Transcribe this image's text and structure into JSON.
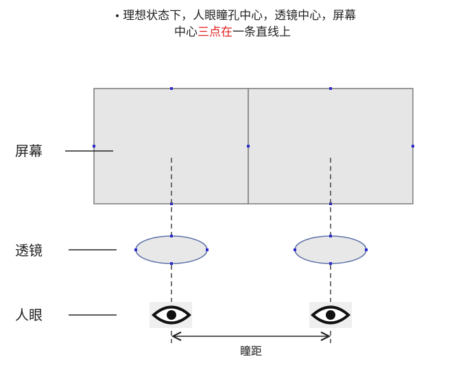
{
  "caption": {
    "bullet": "•",
    "line1": "理想状态下，人眼瞳孔中心，透镜中心，屏幕",
    "line2_prefix": "中心",
    "line2_highlight": "三点在",
    "line2_suffix": "一条直线上",
    "highlight_color": "#e02020"
  },
  "labels": {
    "screen": "屏幕",
    "lens": "透镜",
    "eye": "人眼",
    "interpupillary_distance": "瞳距"
  },
  "colors": {
    "screen_fill": "#e6e6e6",
    "screen_border": "#7a7a7a",
    "lens_fill": "#e8e8e8",
    "lens_border": "#5c6fa8",
    "marker": "#2b2bcc",
    "dashed_line": "#444444"
  },
  "icons": [
    "eye-icon",
    "eye-icon"
  ]
}
